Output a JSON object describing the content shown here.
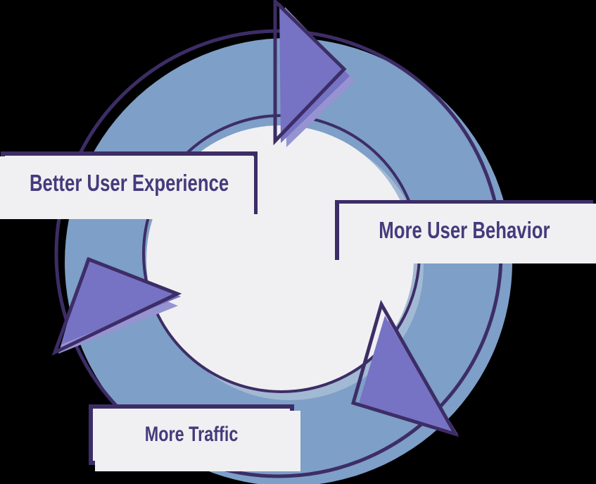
{
  "diagram": {
    "type": "cycle",
    "nodes": [
      {
        "id": "better-user-experience",
        "label": "Better User Experience"
      },
      {
        "id": "more-user-behavior",
        "label": "More User Behavior"
      },
      {
        "id": "more-traffic",
        "label": "More Traffic"
      }
    ],
    "arrows": [
      {
        "id": "top-arrow"
      },
      {
        "id": "left-arrow"
      },
      {
        "id": "bottom-right-arrow"
      }
    ],
    "colors": {
      "ring": "#7e9fc7",
      "hole_shadow": "#a2b9d3",
      "hole_fill": "#f0f0f2",
      "arrow_fill": "#7672c4",
      "arrow_light": "#9693d1",
      "outline": "#3d2d66",
      "node_background": "#f0f0f2",
      "node_border": "#3d2d66",
      "node_text": "#463a7c",
      "page_background": "#000000"
    }
  }
}
